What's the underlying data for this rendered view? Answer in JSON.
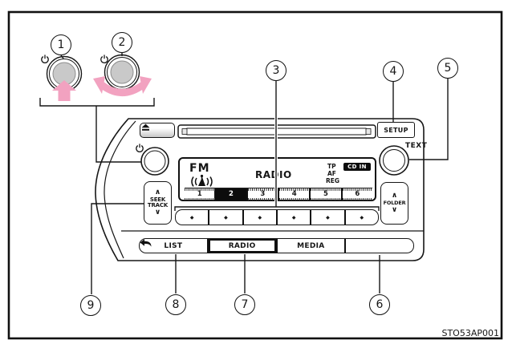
{
  "figure_code": "STO53AP001",
  "callouts": [
    "1",
    "2",
    "3",
    "4",
    "5",
    "6",
    "7",
    "8",
    "9"
  ],
  "glyphs": {
    "chevron_up": "∧",
    "chevron_down": "∨",
    "preset_dot": "◆"
  },
  "unit": {
    "setup_label": "SETUP",
    "text_label": "TEXT",
    "seek_label": "SEEK",
    "track_label": "TRACK",
    "folder_label": "FOLDER",
    "list_label": "LIST",
    "radio_label": "RADIO",
    "media_label": "MEDIA",
    "display": {
      "band": "FM",
      "mode": "RADIO",
      "tp": "TP",
      "af": "AF",
      "reg": "REG",
      "cd_in": "CD IN",
      "presets": [
        "1",
        "2",
        "3",
        "4",
        "5",
        "6"
      ],
      "active_preset": "2"
    }
  },
  "colors": {
    "arrow_pink": "#F2A2C0",
    "knob_gray": "#C9C9C9",
    "line": "#161616"
  }
}
